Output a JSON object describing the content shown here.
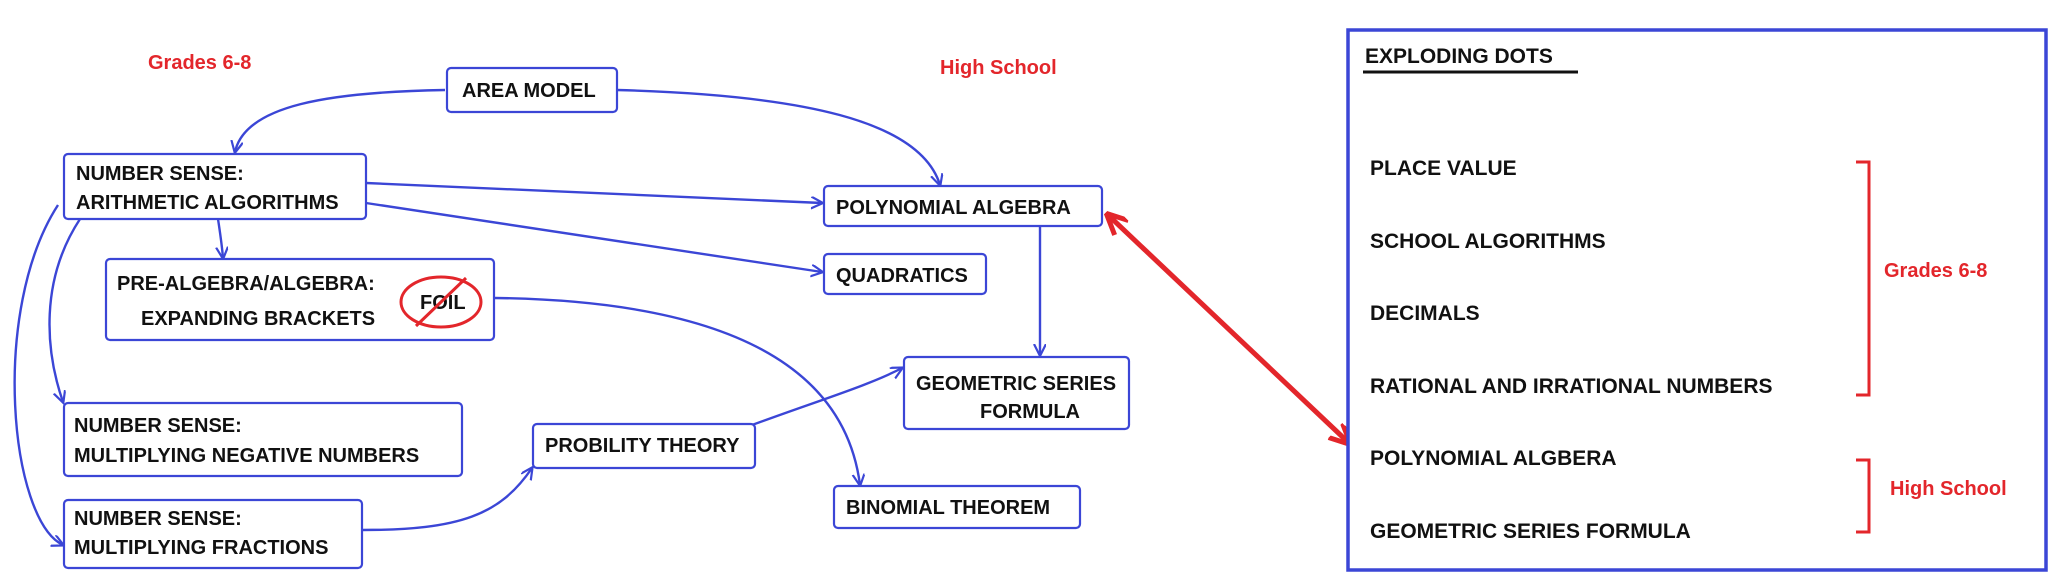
{
  "labels": {
    "grades_left": "Grades 6-8",
    "high_school_top": "High School"
  },
  "nodes": {
    "area_model": "AREA MODEL",
    "number_sense_arith_1": "NUMBER SENSE:",
    "number_sense_arith_2": "ARITHMETIC ALGORITHMS",
    "polynomial_algebra": "POLYNOMIAL ALGEBRA",
    "pre_algebra_1": "PRE-ALGEBRA/ALGEBRA:",
    "pre_algebra_2": "EXPANDING BRACKETS",
    "foil": "FOIL",
    "quadratics": "QUADRATICS",
    "geometric_series_1": "GEOMETRIC SERIES",
    "geometric_series_2": "FORMULA",
    "number_sense_neg_1": "NUMBER SENSE:",
    "number_sense_neg_2": "MULTIPLYING NEGATIVE NUMBERS",
    "probility_theory": "PROBILITY THEORY",
    "binomial_theorem": "BINOMIAL THEOREM",
    "number_sense_frac_1": "NUMBER SENSE:",
    "number_sense_frac_2": "MULTIPLYING FRACTIONS"
  },
  "panel": {
    "title": "EXPLODING DOTS",
    "items": [
      "PLACE VALUE",
      "SCHOOL ALGORITHMS",
      "DECIMALS",
      "RATIONAL AND IRRATIONAL NUMBERS",
      "POLYNOMIAL ALGBERA",
      "GEOMETRIC SERIES FORMULA"
    ],
    "grades_label": "Grades 6-8",
    "high_school_label": "High School"
  },
  "colors": {
    "node_border": "#3b46d6",
    "edge": "#3b46d6",
    "highlight": "#e3262b",
    "text": "#111111"
  }
}
